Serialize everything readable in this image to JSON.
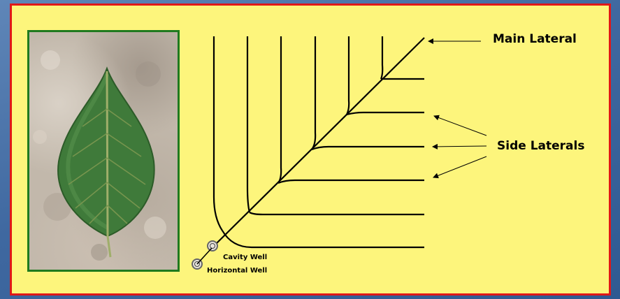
{
  "labels": {
    "main_lateral": "Main Lateral",
    "side_laterals": "Side Laterals",
    "cavity_well": "Cavity Well",
    "horizontal_well": "Horizontal Well"
  },
  "image": {
    "subject": "green leaf on granite rock photo",
    "icon": "leaf-photo"
  },
  "colors": {
    "background": "#3f68a0",
    "panel": "#fdf57c",
    "panel_border": "#e01818",
    "photo_border": "#1f7a1f",
    "lines": "#000000"
  }
}
